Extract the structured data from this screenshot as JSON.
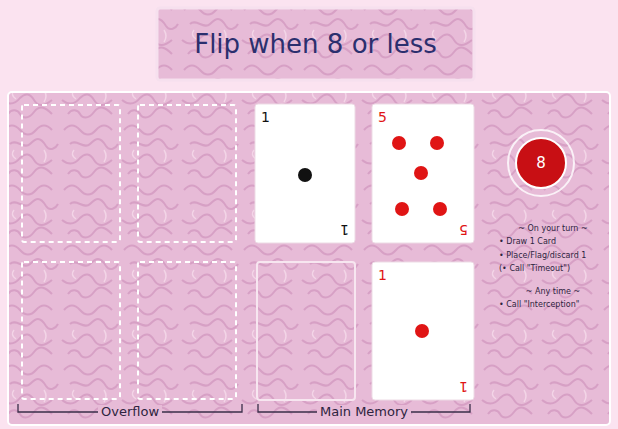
{
  "diagram": {
    "title": "Flip when 8 or less",
    "nodes": [
      {
        "text": [
          "1",
          "1"
        ]
      },
      {
        "text": [
          "5",
          "5"
        ]
      },
      {
        "text": [
          "1",
          "1"
        ]
      },
      {
        "text": [
          "8"
        ]
      }
    ],
    "labels": [
      "~ On your turn ~",
      "• Draw 1 Card",
      "• Place/Flag/discard 1",
      "(• Call \"Timeout\")",
      "~ Any time ~",
      "• Call \"Interception\"",
      "Overflow",
      "Main Memory"
    ]
  }
}
